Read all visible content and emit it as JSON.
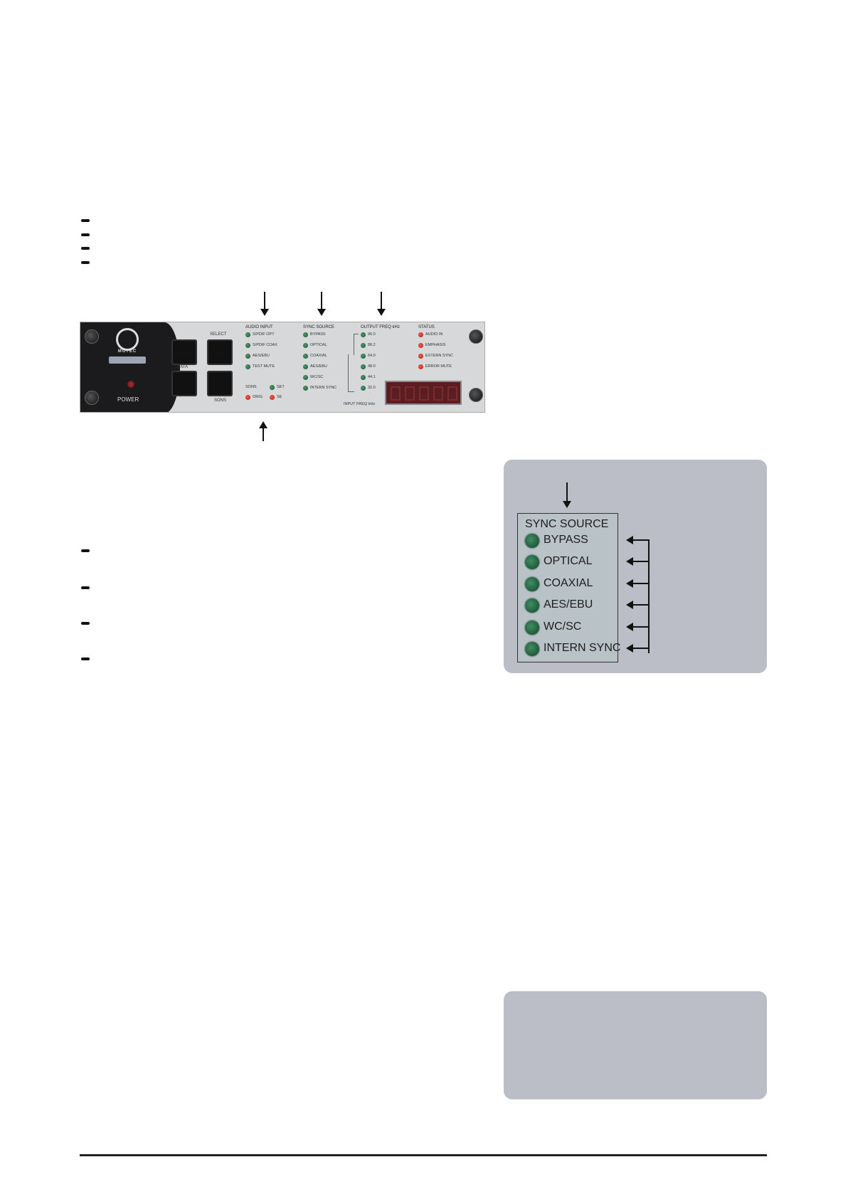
{
  "front_panel": {
    "power_label": "POWER",
    "select_label": "SELECT",
    "data_label": "DATA",
    "sonic_label": "SONS",
    "audio_input": {
      "heading": "AUDIO INPUT",
      "items": [
        "S/PDIF OPT",
        "S/PDIF COAX",
        "AES/EBU",
        "TEST MUTE"
      ]
    },
    "sync_source": {
      "heading": "SYNC SOURCE",
      "items": [
        "BYPASS",
        "OPTICAL",
        "COAXIAL",
        "AES/EBU",
        "WC/SC",
        "INTERN SYNC"
      ]
    },
    "output_freq": {
      "heading": "OUTPUT FREQ kHz",
      "items": [
        "96.0",
        "88.2",
        "64.0",
        "48.0",
        "44.1",
        "32.0"
      ]
    },
    "status": {
      "heading": "STATUS",
      "items": [
        "AUDIO IN",
        "EMPHASIS",
        "EXTERN SYNC",
        "ERROR MUTE"
      ]
    },
    "sonic_leds": {
      "set": "SET",
      "orig": "ORIG",
      "se": "SE"
    },
    "input_freq_label": "INPUT FREQ kHz"
  },
  "sync_detail": {
    "title": "SYNC SOURCE",
    "items": [
      "BYPASS",
      "OPTICAL",
      "COAXIAL",
      "AES/EBU",
      "WC/SC",
      "INTERN SYNC"
    ]
  }
}
